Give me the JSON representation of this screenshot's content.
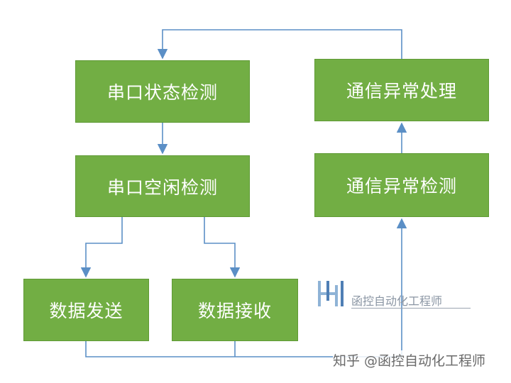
{
  "diagram": {
    "nodes": {
      "serial_status_check": "串口状态检测",
      "serial_idle_check": "串口空闲检测",
      "data_send": "数据发送",
      "data_receive": "数据接收",
      "comm_exception_handle": "通信异常处理",
      "comm_exception_check": "通信异常检测"
    },
    "colors": {
      "box_fill": "#72AE44",
      "arrow": "#5B8FC6"
    }
  },
  "logo": {
    "text": "函控自动化工程师"
  },
  "watermark": {
    "text": "知乎 @函控自动化工程师"
  }
}
